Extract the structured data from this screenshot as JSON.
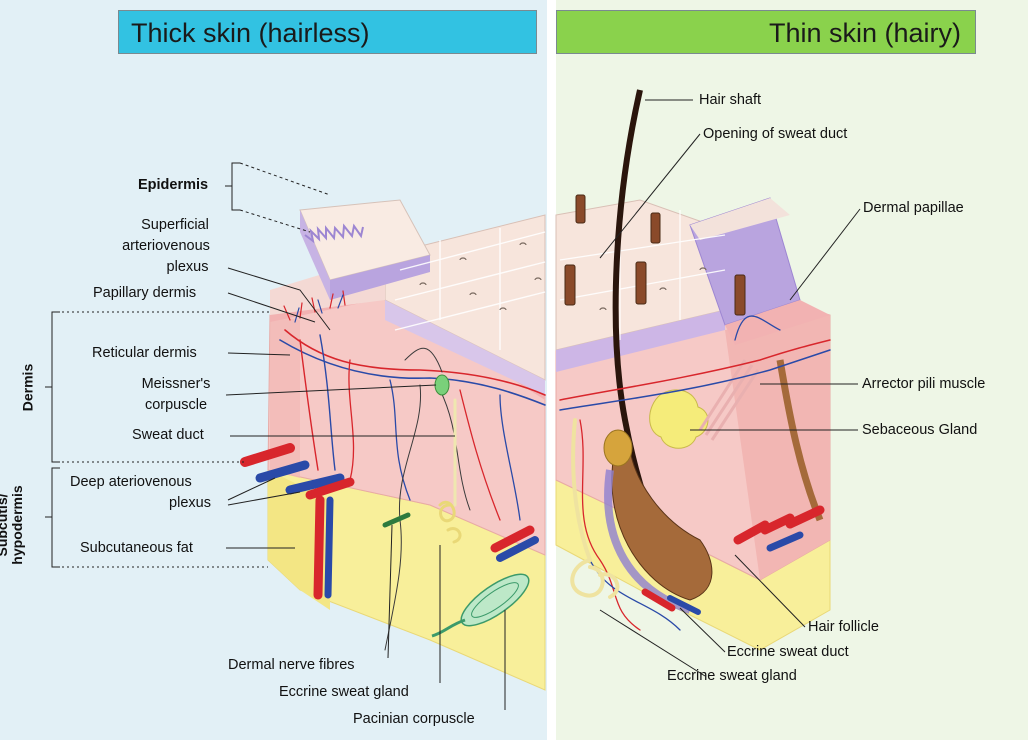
{
  "titles": {
    "left": "Thick skin (hairless)",
    "right": "Thin skin (hairy)"
  },
  "layer_labels": {
    "dermis": "Dermis",
    "subcutis": "Subcutis/",
    "hypodermis": "hypodermis"
  },
  "left_labels": {
    "epidermis": "Epidermis",
    "superficial_1": "Superficial",
    "superficial_2": "arteriovenous",
    "superficial_3": "plexus",
    "papillary_dermis": "Papillary dermis",
    "reticular_dermis": "Reticular dermis",
    "meissner_1": "Meissner's",
    "meissner_2": "corpuscle",
    "sweat_duct": "Sweat duct",
    "deep_1": "Deep ateriovenous",
    "deep_2": "plexus",
    "subcutaneous_fat": "Subcutaneous fat",
    "dermal_nerve_fibres": "Dermal nerve fibres",
    "eccrine_sweat_gland": "Eccrine sweat gland",
    "pacinian_corpuscle": "Pacinian corpuscle"
  },
  "right_labels": {
    "hair_shaft": "Hair shaft",
    "opening_sweat_duct": "Opening of sweat duct",
    "dermal_papillae": "Dermal papillae",
    "arrector_pili": "Arrector pili muscle",
    "sebaceous_gland": "Sebaceous Gland",
    "hair_follicle": "Hair follicle",
    "eccrine_sweat_duct": "Eccrine sweat duct",
    "eccrine_sweat_gland": "Eccrine sweat gland"
  },
  "colors": {
    "left_bg": "#e2f0f6",
    "right_bg": "#eef6e6",
    "left_title": "#32c2e2",
    "right_title": "#8ad24c",
    "dermis": "#f6c9c6",
    "epidermis": "#f8ece4",
    "fat": "#f8ef9a",
    "artery": "#d8262c",
    "vein": "#2a4aa8",
    "papillae": "#b8a6de"
  }
}
